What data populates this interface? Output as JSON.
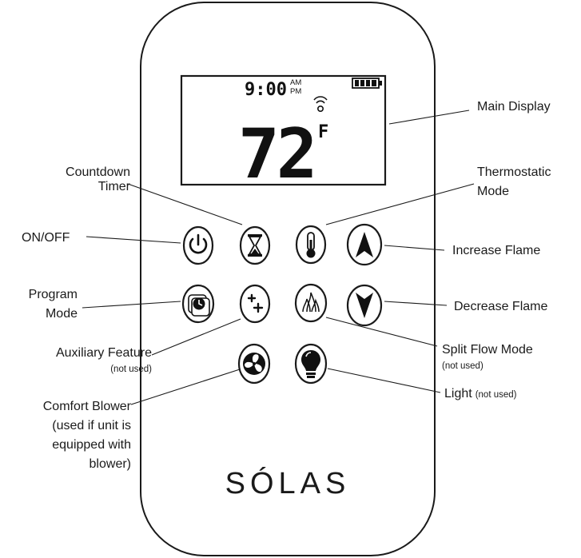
{
  "display": {
    "time": "9:00",
    "am": "AM",
    "pm": "PM",
    "temperature": "72",
    "unit": "F"
  },
  "brand": "SÓLAS",
  "labels": {
    "main_display": "Main Display",
    "countdown_timer": [
      "Countdown",
      "Timer"
    ],
    "thermostatic_mode": [
      "Thermostatic",
      "Mode"
    ],
    "on_off": "ON/OFF",
    "increase_flame": "Increase Flame",
    "program_mode": [
      "Program",
      "Mode"
    ],
    "decrease_flame": "Decrease Flame",
    "auxiliary_feature": "Auxiliary Feature",
    "auxiliary_note": "(not used)",
    "split_flow_mode": "Split Flow Mode",
    "split_flow_note": "(not used)",
    "light": "Light",
    "light_note": "(not used)",
    "comfort_blower": [
      "Comfort Blower",
      "(used if unit is",
      "equipped with",
      "blower)"
    ]
  }
}
